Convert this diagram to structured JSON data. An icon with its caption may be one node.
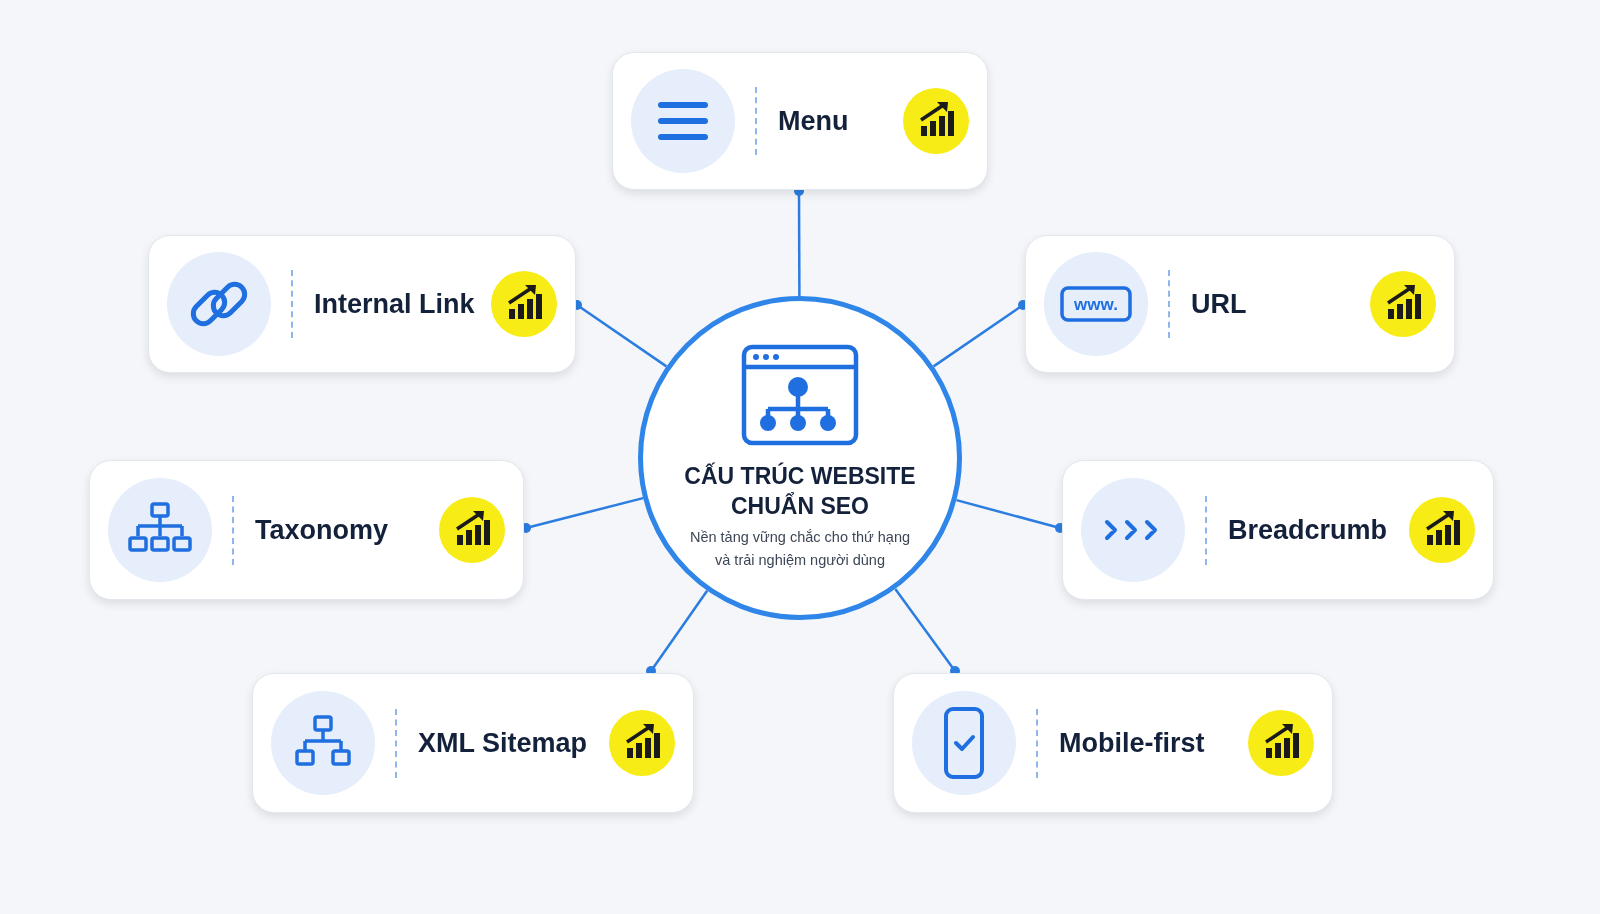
{
  "diagram": {
    "nodes": [
      {
        "text": [
          "CẤU TRÚC WEBSITE CHUẨN SEO",
          "Nền tảng vững chắc cho thứ hạng và trải nghiệm người dùng"
        ]
      },
      {
        "text": [
          "Menu"
        ]
      },
      {
        "text": [
          "Internal Link"
        ]
      },
      {
        "text": [
          "URL"
        ]
      },
      {
        "text": [
          "Taxonomy"
        ]
      },
      {
        "text": [
          "Breadcrumb"
        ]
      },
      {
        "text": [
          "XML Sitemap"
        ]
      },
      {
        "text": [
          "Mobile-first"
        ]
      }
    ],
    "edges": [
      {
        "from": 0,
        "to": 1,
        "arrow": "other"
      },
      {
        "from": 0,
        "to": 2,
        "arrow": "other"
      },
      {
        "from": 0,
        "to": 3,
        "arrow": "other"
      },
      {
        "from": 0,
        "to": 4,
        "arrow": "other"
      },
      {
        "from": 0,
        "to": 5,
        "arrow": "other"
      },
      {
        "from": 0,
        "to": 6,
        "arrow": "other"
      },
      {
        "from": 0,
        "to": 7,
        "arrow": "other"
      }
    ],
    "labels": [
      "www."
    ]
  }
}
